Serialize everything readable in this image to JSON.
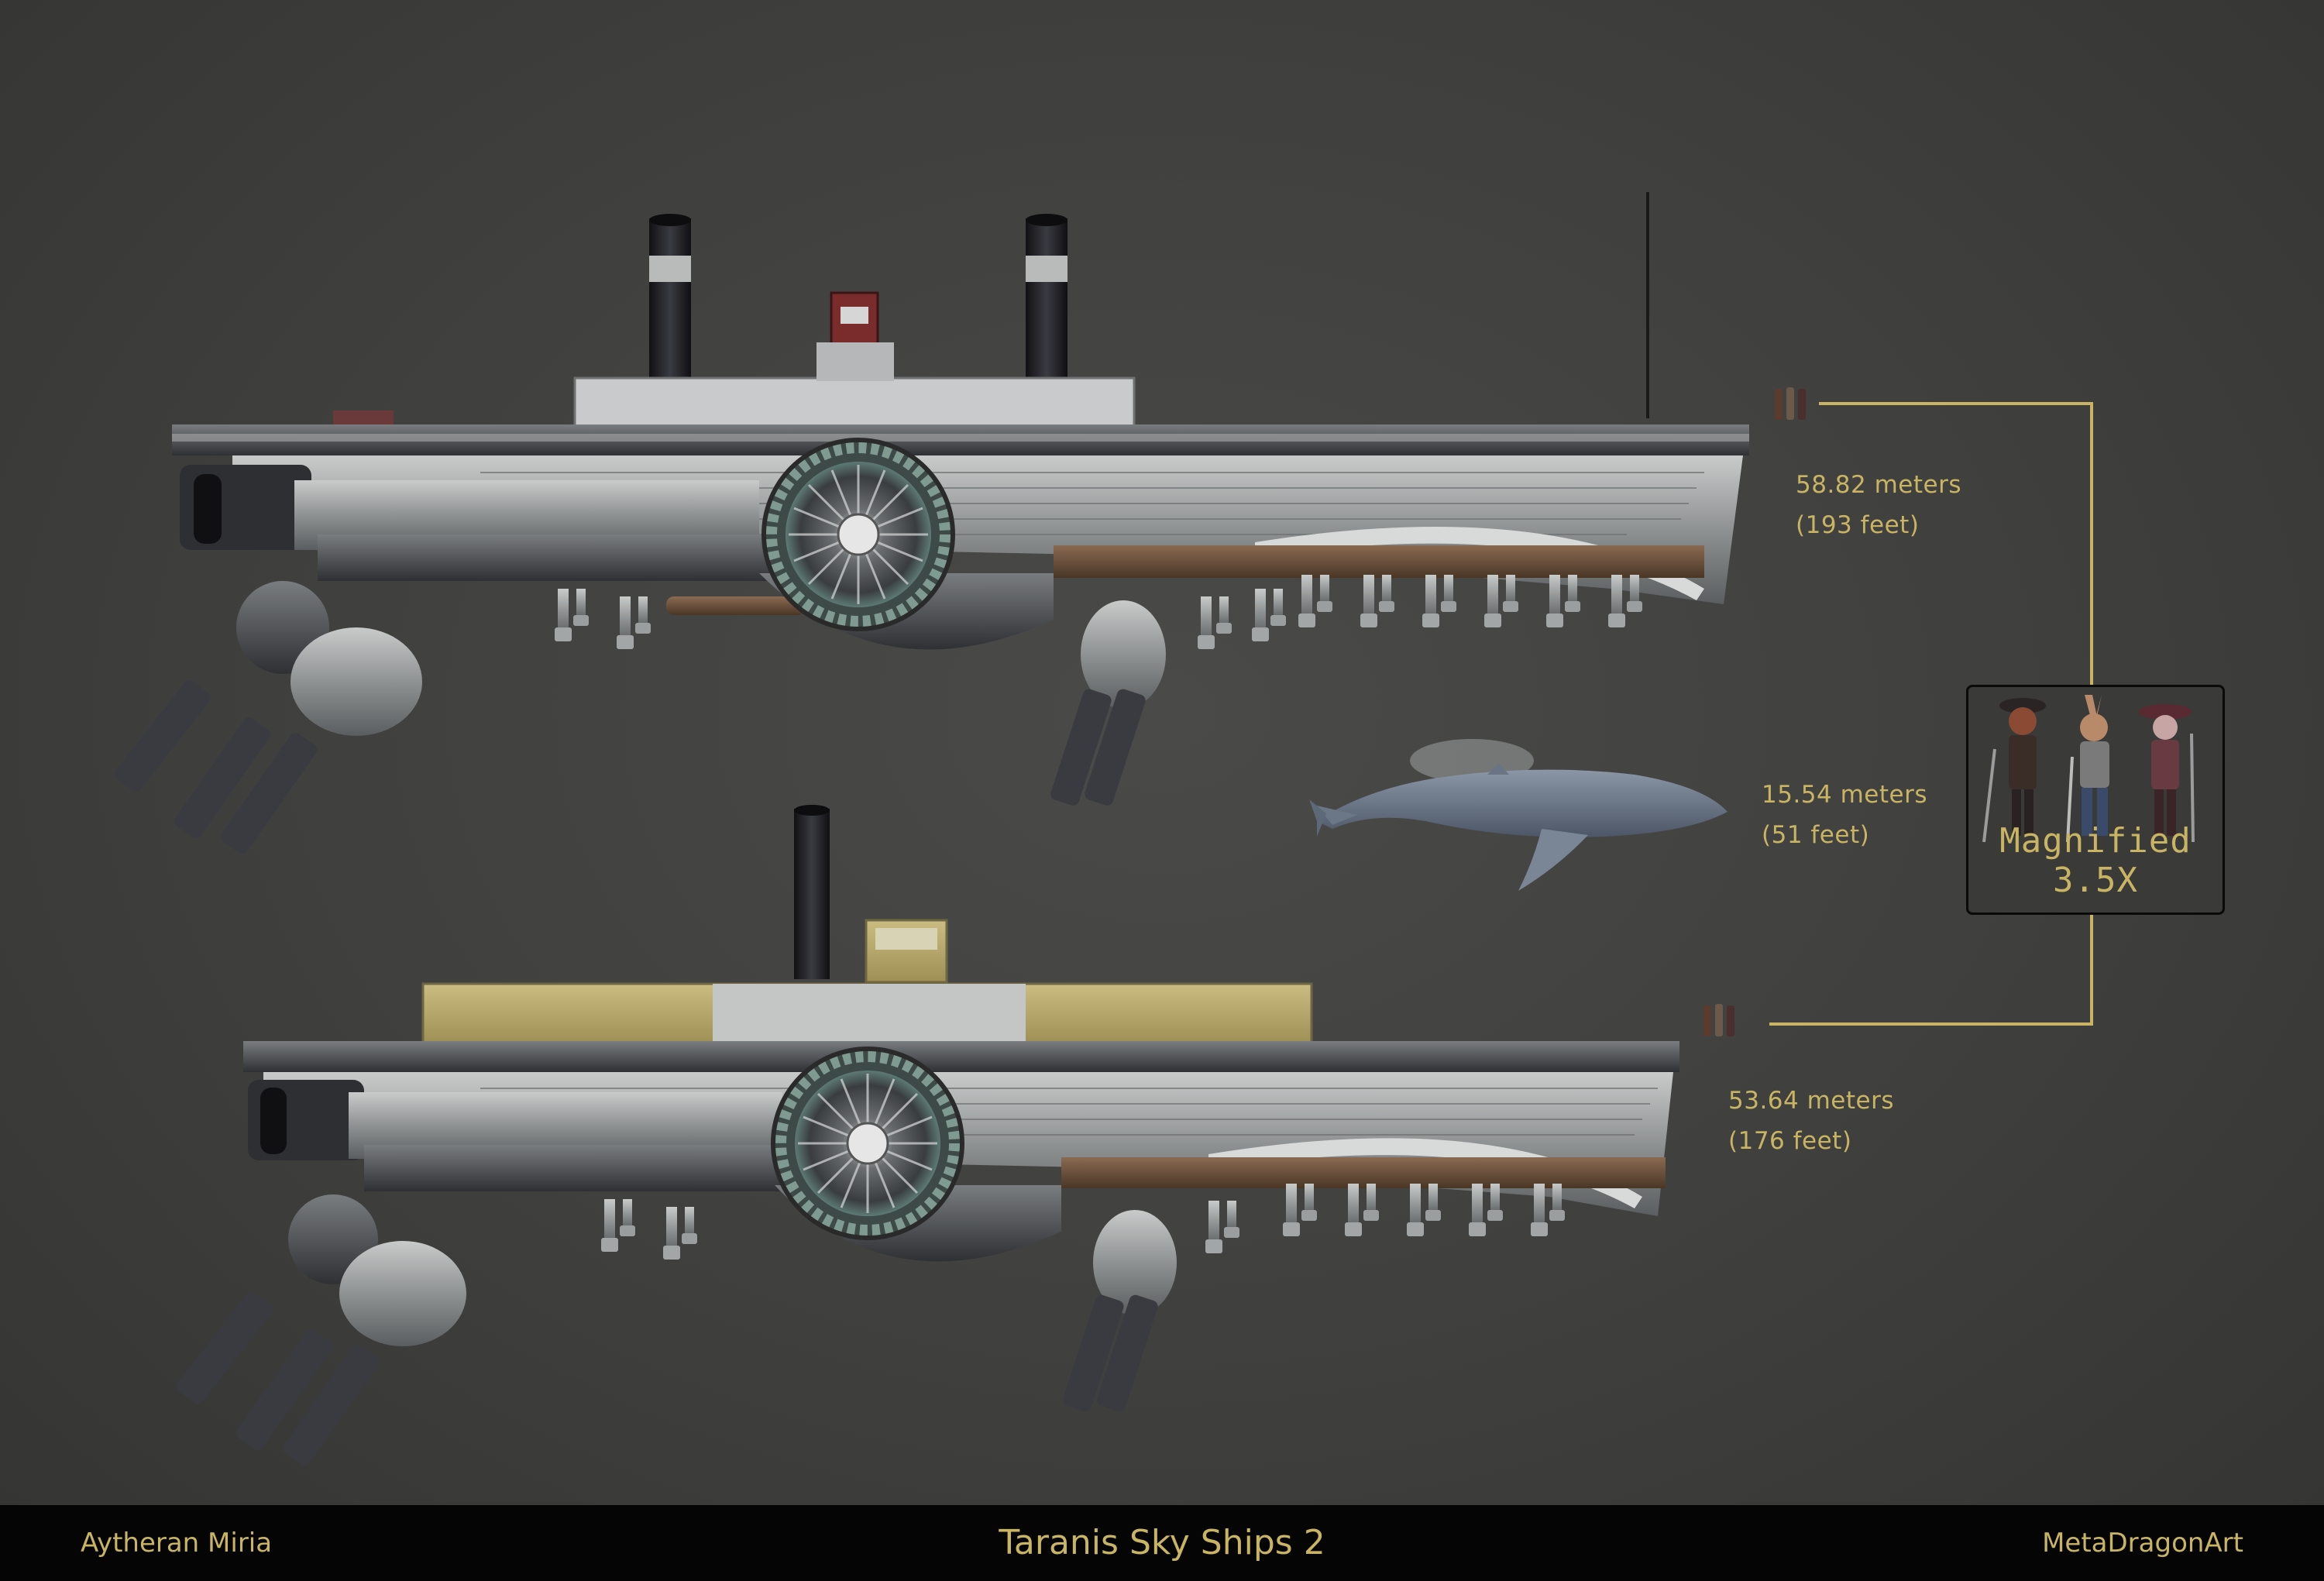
{
  "colors": {
    "background": "#3f3f3d",
    "accent_gold": "#c9b464",
    "footer_bg": "#050505",
    "hull_steel": "#9a9c9c",
    "hull_dark": "#2b2c2e",
    "deckhouse_cream": "#b8a868",
    "funnel_black": "#1e1e22"
  },
  "measurements": {
    "ship_one": {
      "meters": "58.82 meters",
      "feet": "(193 feet)"
    },
    "whale": {
      "meters": "15.54 meters",
      "feet": "(51 feet)"
    },
    "ship_two": {
      "meters": "53.64 meters",
      "feet": "(176 feet)"
    }
  },
  "inset": {
    "label": "Magnified 3.5X"
  },
  "footer": {
    "left": "Aytheran Miria",
    "center": "Taranis Sky Ships 2",
    "right": "MetaDragonArt"
  },
  "icons": {
    "ship_one": "airship-illustration",
    "ship_two": "airship-illustration",
    "whale": "humpback-whale-illustration",
    "figures": "crew-figures-illustration"
  }
}
